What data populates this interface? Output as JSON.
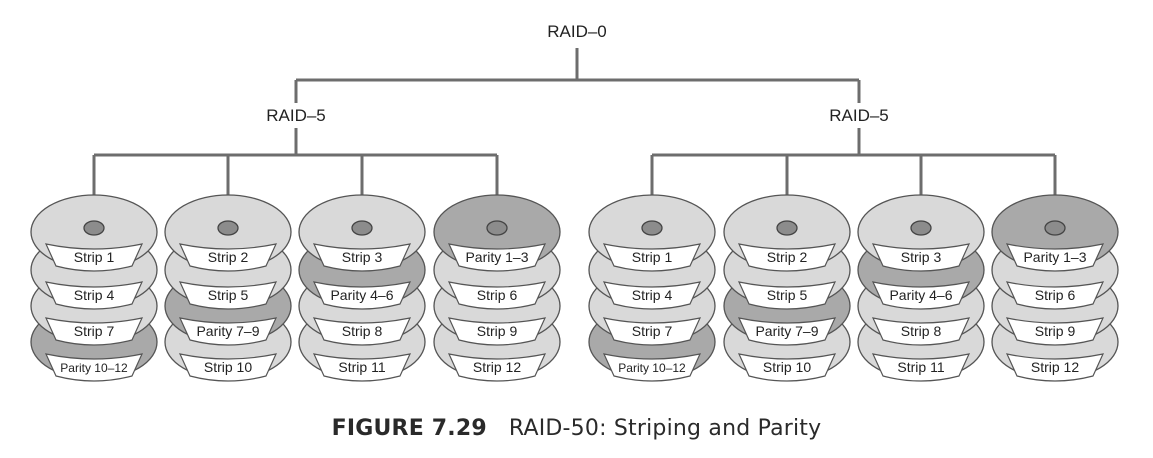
{
  "root": {
    "label": "RAID–0"
  },
  "groups": [
    {
      "label": "RAID–5",
      "disks": [
        {
          "strips": [
            "Strip 1",
            "Strip 4",
            "Strip 7",
            "Parity 10–12"
          ],
          "parity_index": 3
        },
        {
          "strips": [
            "Strip 2",
            "Strip 5",
            "Parity 7–9",
            "Strip 10"
          ],
          "parity_index": 2
        },
        {
          "strips": [
            "Strip 3",
            "Parity 4–6",
            "Strip 8",
            "Strip 11"
          ],
          "parity_index": 1
        },
        {
          "strips": [
            "Parity 1–3",
            "Strip 6",
            "Strip 9",
            "Strip 12"
          ],
          "parity_index": 0
        }
      ]
    },
    {
      "label": "RAID–5",
      "disks": [
        {
          "strips": [
            "Strip 1",
            "Strip 4",
            "Strip 7",
            "Parity 10–12"
          ],
          "parity_index": 3
        },
        {
          "strips": [
            "Strip 2",
            "Strip 5",
            "Parity 7–9",
            "Strip 10"
          ],
          "parity_index": 2
        },
        {
          "strips": [
            "Strip 3",
            "Parity 4–6",
            "Strip 8",
            "Strip 11"
          ],
          "parity_index": 1
        },
        {
          "strips": [
            "Parity 1–3",
            "Strip 6",
            "Strip 9",
            "Strip 12"
          ],
          "parity_index": 0
        }
      ]
    }
  ],
  "caption": {
    "figure": "FIGURE 7.29",
    "title": "RAID-50: Striping and Parity"
  },
  "colors": {
    "line": "#6d6d6d",
    "platter": "#d9d9d9",
    "parity_platter": "#a9a9a9",
    "label_box": "#ffffff",
    "hub": "#8c8c8c"
  }
}
